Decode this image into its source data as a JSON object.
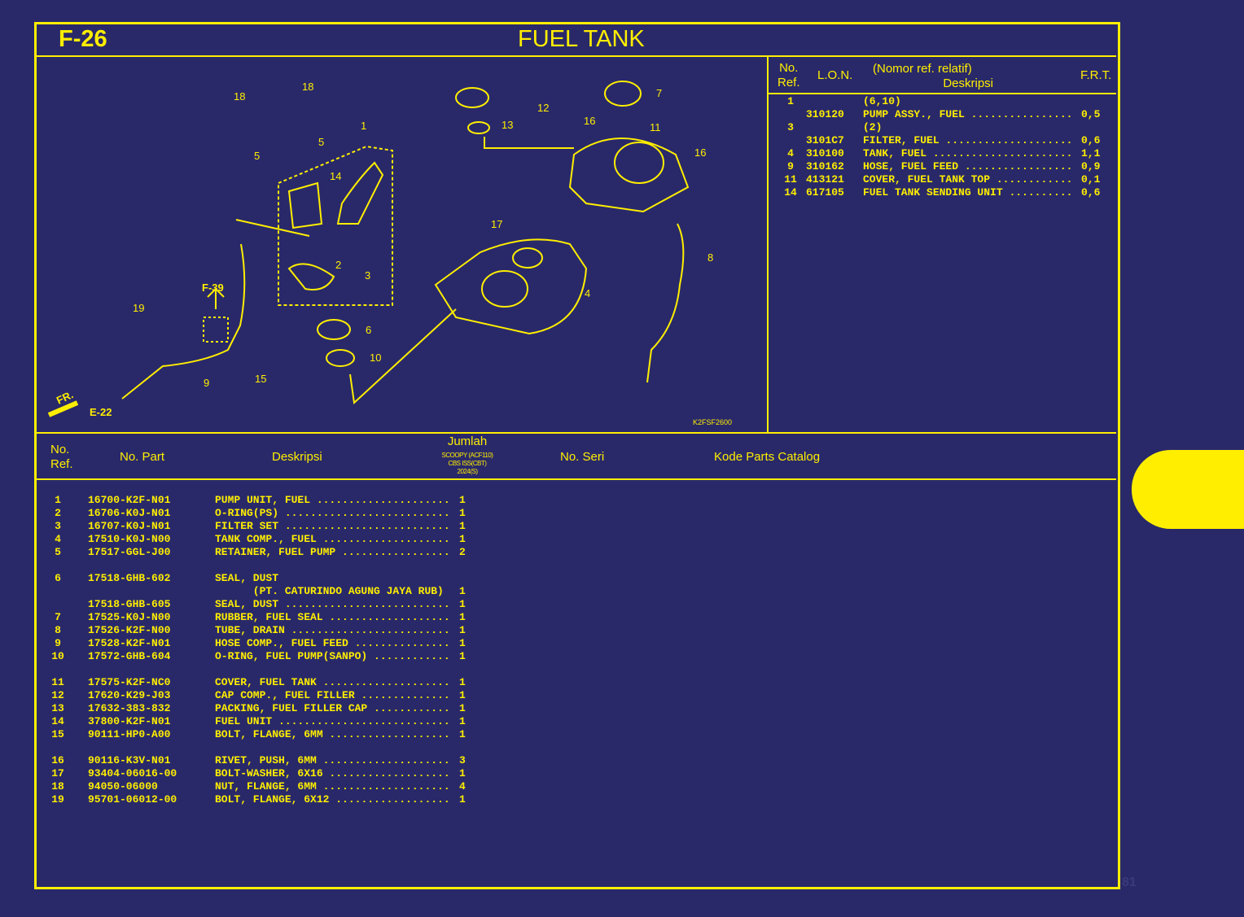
{
  "header": {
    "code": "F-26",
    "title": "FUEL TANK"
  },
  "diagram": {
    "image_code": "K2FSF2600",
    "labels": {
      "l18a": "18",
      "l18b": "18",
      "l5a": "5",
      "l5b": "5",
      "l1": "1",
      "l14": "14",
      "l2": "2",
      "l3": "3",
      "l6": "6",
      "l10": "10",
      "l15": "15",
      "l9": "9",
      "l19": "19",
      "f39": "F-39",
      "e22": "E-22",
      "fr": "FR.",
      "l12": "12",
      "l13": "13",
      "l7": "7",
      "l16a": "16",
      "l11": "11",
      "l16b": "16",
      "l17": "17",
      "l4": "4",
      "l8": "8"
    }
  },
  "frt_table": {
    "headers": {
      "ref_line1": "No.",
      "ref_line2": "Ref.",
      "lon": "L.O.N.",
      "desc_line1": "(Nomor ref. relatif)",
      "desc_line2": "Deskripsi",
      "frt": "F.R.T."
    },
    "rows": [
      {
        "ref": "1",
        "lon": "",
        "desc": "(6,10)",
        "frt": ""
      },
      {
        "ref": "",
        "lon": "310120",
        "desc": "PUMP ASSY., FUEL",
        "frt": "0,5"
      },
      {
        "ref": "3",
        "lon": "",
        "desc": "(2)",
        "frt": ""
      },
      {
        "ref": "",
        "lon": "3101C7",
        "desc": "FILTER, FUEL",
        "frt": "0,6"
      },
      {
        "ref": "4",
        "lon": "310100",
        "desc": "TANK, FUEL",
        "frt": "1,1"
      },
      {
        "ref": "9",
        "lon": "310162",
        "desc": "HOSE, FUEL FEED",
        "frt": "0,9"
      },
      {
        "ref": "11",
        "lon": "413121",
        "desc": "COVER, FUEL TANK TOP",
        "frt": "0,1"
      },
      {
        "ref": "14",
        "lon": "617105",
        "desc": "FUEL TANK SENDING UNIT",
        "frt": "0,6"
      }
    ]
  },
  "parts_table": {
    "headers": {
      "ref_line1": "No.",
      "ref_line2": "Ref.",
      "part": "No. Part",
      "desc": "Deskripsi",
      "qty": "Jumlah",
      "model_line1": "SCOOPY (ACF110)",
      "model_line2": "CBS ISS(CBT)",
      "model_line3": "2024(S)",
      "serial": "No. Seri",
      "catalog": "Kode Parts Catalog"
    },
    "rows": [
      {
        "ref": "1",
        "part": "16700-K2F-N01",
        "desc": "PUMP UNIT, FUEL",
        "qty": "1"
      },
      {
        "ref": "2",
        "part": "16706-K0J-N01",
        "desc": "O-RING(PS)",
        "qty": "1"
      },
      {
        "ref": "3",
        "part": "16707-K0J-N01",
        "desc": "FILTER SET",
        "qty": "1"
      },
      {
        "ref": "4",
        "part": "17510-K0J-N00",
        "desc": "TANK COMP., FUEL",
        "qty": "1"
      },
      {
        "ref": "5",
        "part": "17517-GGL-J00",
        "desc": "RETAINER, FUEL PUMP",
        "qty": "2"
      },
      {
        "ref": "6",
        "part": "17518-GHB-602",
        "desc": "SEAL, DUST",
        "qty": ""
      },
      {
        "ref": "",
        "part": "",
        "desc": "      (PT. CATURINDO AGUNG JAYA RUB)",
        "qty": "1"
      },
      {
        "ref": "",
        "part": "17518-GHB-605",
        "desc": "SEAL, DUST",
        "qty": "1"
      },
      {
        "ref": "7",
        "part": "17525-K0J-N00",
        "desc": "RUBBER, FUEL SEAL",
        "qty": "1"
      },
      {
        "ref": "8",
        "part": "17526-K2F-N00",
        "desc": "TUBE, DRAIN",
        "qty": "1"
      },
      {
        "ref": "9",
        "part": "17528-K2F-N01",
        "desc": "HOSE COMP., FUEL FEED",
        "qty": "1"
      },
      {
        "ref": "10",
        "part": "17572-GHB-604",
        "desc": "O-RING, FUEL PUMP(SANPO)",
        "qty": "1"
      },
      {
        "ref": "11",
        "part": "17575-K2F-NC0",
        "desc": "COVER, FUEL TANK",
        "qty": "1"
      },
      {
        "ref": "12",
        "part": "17620-K29-J03",
        "desc": "CAP COMP., FUEL FILLER",
        "qty": "1"
      },
      {
        "ref": "13",
        "part": "17632-383-832",
        "desc": "PACKING, FUEL FILLER CAP",
        "qty": "1"
      },
      {
        "ref": "14",
        "part": "37800-K2F-N01",
        "desc": "FUEL UNIT",
        "qty": "1"
      },
      {
        "ref": "15",
        "part": "90111-HP0-A00",
        "desc": "BOLT, FLANGE, 6MM",
        "qty": "1"
      },
      {
        "ref": "16",
        "part": "90116-K3V-N01",
        "desc": "RIVET, PUSH, 6MM",
        "qty": "3"
      },
      {
        "ref": "17",
        "part": "93404-06016-00",
        "desc": "BOLT-WASHER, 6X16",
        "qty": "1"
      },
      {
        "ref": "18",
        "part": "94050-06000",
        "desc": "NUT, FLANGE, 6MM",
        "qty": "4"
      },
      {
        "ref": "19",
        "part": "95701-06012-00",
        "desc": "BOLT, FLANGE, 6X12",
        "qty": "1"
      }
    ]
  },
  "page_number": "81",
  "colors": {
    "background": "#29296a",
    "accent": "#ffee00"
  }
}
